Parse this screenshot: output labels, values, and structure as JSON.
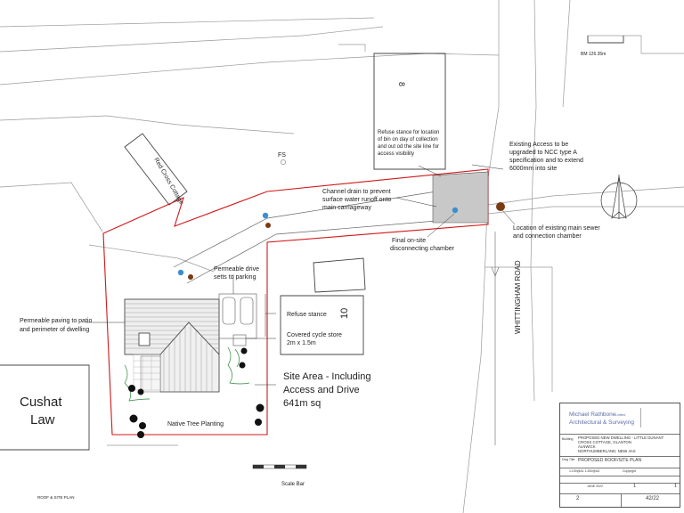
{
  "plan": {
    "labels": {
      "bm": "BM 126.35m",
      "plot_number_8": "8",
      "fs": "FS",
      "red_cross_cottage": "Red Cross Cottage",
      "refuse_note_1": "Refuse  stance  for location",
      "refuse_note_2": "of bin on day of collection",
      "refuse_note_3": "and out od the site line for",
      "refuse_note_4": "access  visibility",
      "access_1": "Existing  Access  to be",
      "access_2": "upgraded  to NCC type A",
      "access_3": "specification   and to extend",
      "access_4": "6000mm  into site",
      "channel_1": "Channel drain to prevent",
      "channel_2": "surface water runoff onto",
      "channel_3": "main carriageway",
      "sewer_1": "Location  of existing  main sewer",
      "sewer_2": "and connection  chamber",
      "chamber_1": "Final on-site",
      "chamber_2": "disconnecting   chamber",
      "drive_1": "Permeable  drive",
      "drive_2": "setts to parking",
      "paving_1": "Permeable  paving to patio",
      "paving_2": "and perimeter  of dwelling",
      "refuse_stance": "Refuse  stance",
      "plot_number_10": "10",
      "cycle_1": "Covered  cycle store",
      "cycle_2": "2m  x 1.5m",
      "road": "WHITTINGHAM ROAD",
      "site_area_1": "Site Area - Including",
      "site_area_2": "Access  and Drive",
      "site_area_3": "641m  sq",
      "cushat_1": "Cushat",
      "cushat_2": "Law",
      "native_trees": "Native Tree Planting",
      "scale_bar": "Scale  Bar",
      "drawing_footer": "ROOF  &  SITE  PLAN"
    }
  },
  "title_block": {
    "firm_1": "Michael    Rathbone",
    "firm_2": "Architectural    &  Surveying",
    "firm_small": "Limited",
    "project_label": "Building",
    "project_1": "PROPOSED   NEW  DWELLING   -  LITTLE  DUNANT",
    "project_2": "CROSS  COTTAGE,  GLANTON",
    "project_3": "ALNWICK",
    "project_4": "NORTHUMBERLAND,           NE66  4AS",
    "title_label": "Dwg Title",
    "title": "PROPOSED    ROOF/SITE    PLAN",
    "scale": "1:100@A1  1:200@A3",
    "copyright": "Copyright",
    "date": "JUNE 2022",
    "sheet": "1",
    "revision": "1",
    "sheet_no": "2",
    "dwg_no": "42/22"
  },
  "colors": {
    "site_boundary": "#d01818",
    "drainage_point": "#3a8fd0",
    "sewer_point": "#7a3a12",
    "access_fill": "#c8c8c8"
  }
}
